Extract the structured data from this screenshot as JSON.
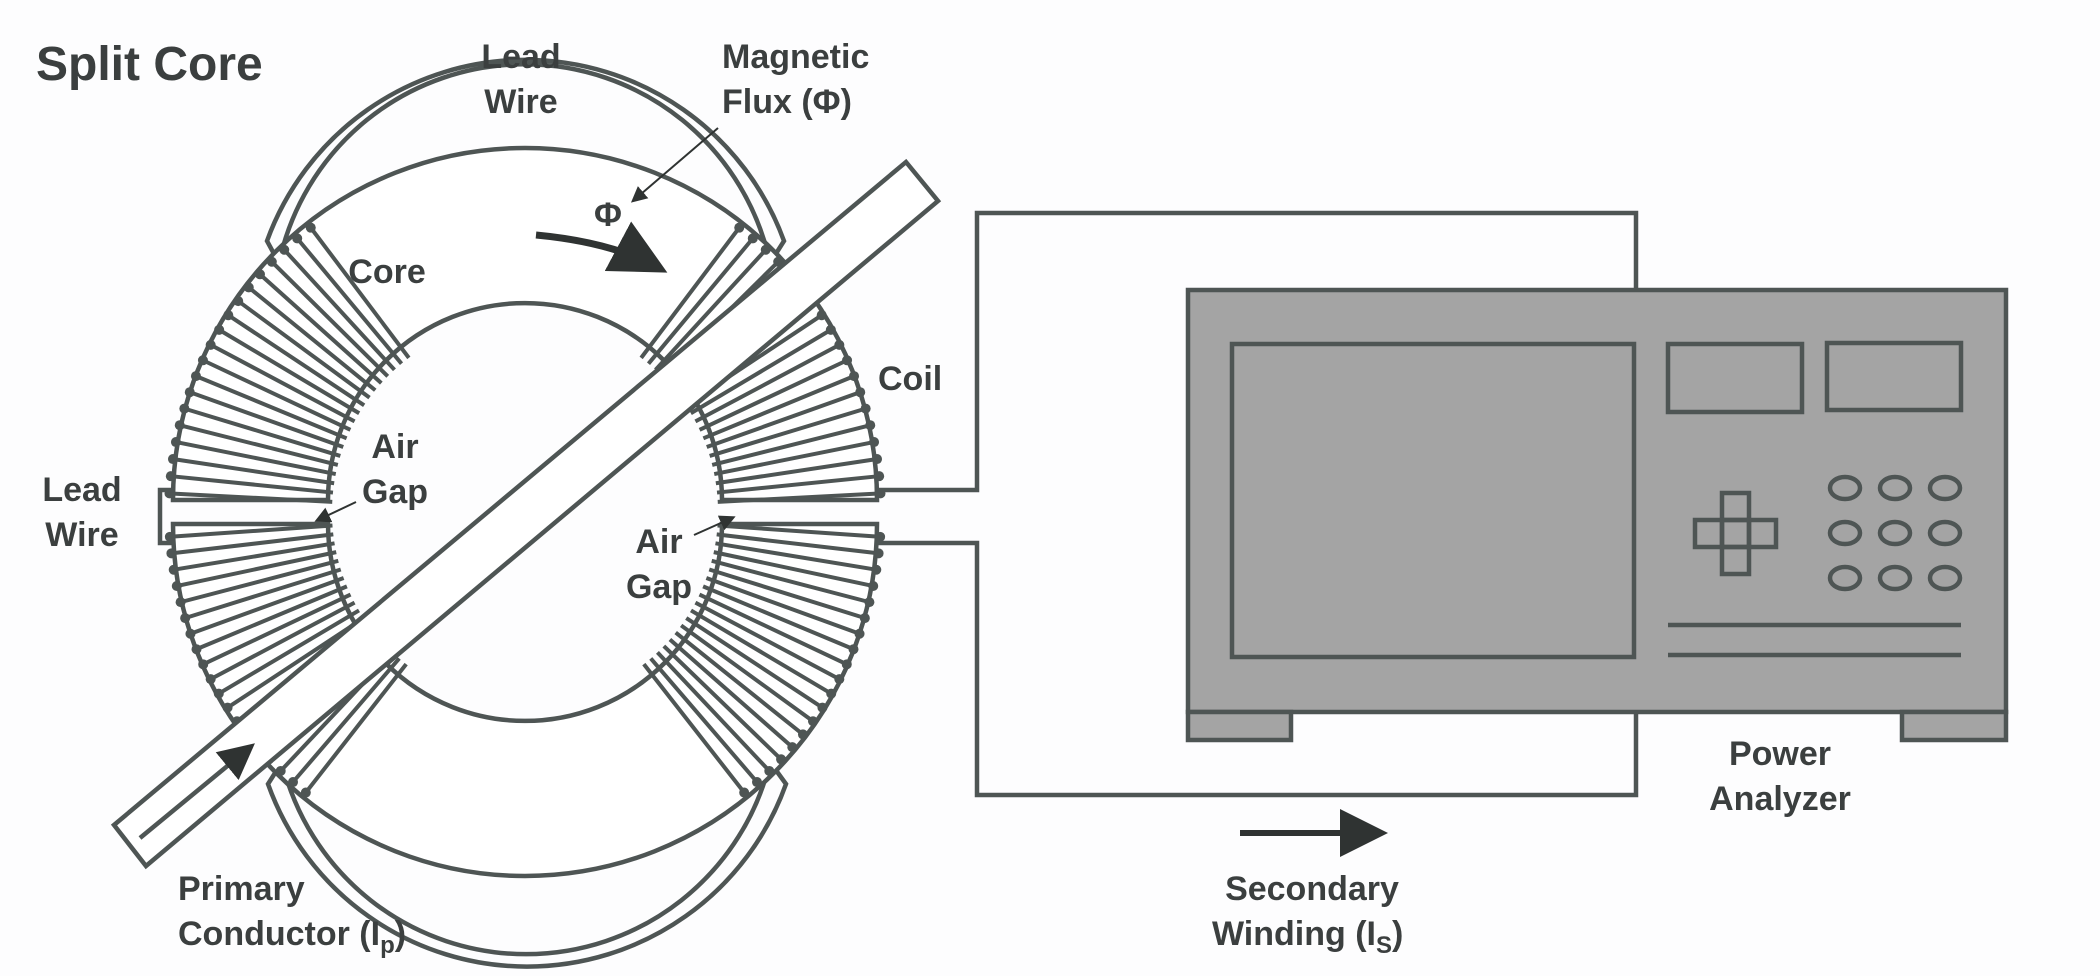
{
  "title": "Split Core",
  "labels": {
    "lead_wire_top_1": "Lead",
    "lead_wire_top_2": "Wire",
    "magnetic_flux_1": "Magnetic",
    "magnetic_flux_2": "Flux (Φ)",
    "phi": "Φ",
    "core": "Core",
    "coil": "Coil",
    "air_gap_left_1": "Air",
    "air_gap_left_2": "Gap",
    "air_gap_right_1": "Air",
    "air_gap_right_2": "Gap",
    "lead_wire_left_1": "Lead",
    "lead_wire_left_2": "Wire",
    "primary_1": "Primary",
    "primary_2": "Conductor (I",
    "primary_sub": "p",
    "primary_close": ")",
    "power_analyzer_1": "Power",
    "power_analyzer_2": "Analyzer",
    "secondary_1": "Secondary",
    "secondary_2": "Winding (I",
    "secondary_sub": "S",
    "secondary_close": ")"
  },
  "colors": {
    "line": "#4e5554",
    "analyzer": "#a4a4a4",
    "text": "#3b3f3f"
  }
}
